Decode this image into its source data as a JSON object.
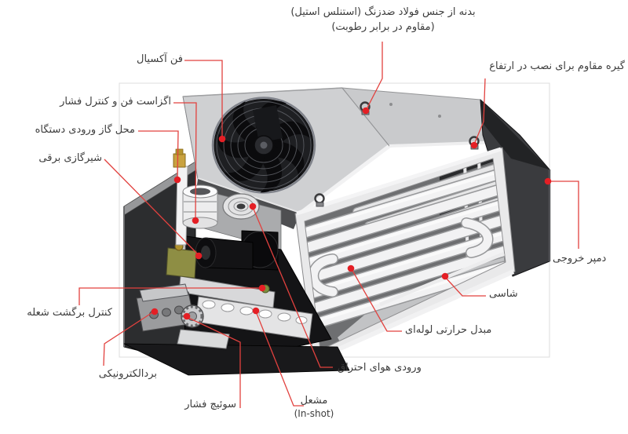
{
  "diagram": {
    "type": "annotated-technical-illustration",
    "subject": "duct-mounted gas unit heater, isometric cutaway",
    "background": "#ffffff",
    "frame_color": "#dcdcdc",
    "leader_line_color": "#e2413e",
    "leader_dot_color": "#e41f25",
    "label_text_color": "#3d3d3d"
  },
  "labels": [
    {
      "id": "body-material",
      "line1": "بدنه از جنس فولاد ضدزنگ (استنلس استیل)",
      "line2": "(مقاوم در برابر رطوبت)"
    },
    {
      "id": "mount-clamp",
      "text": "گیره مقاوم برای نصب در ارتفاع"
    },
    {
      "id": "axial-fan",
      "text": "فن آکسیال"
    },
    {
      "id": "exhaust-fan",
      "text": "اگزاست فن و کنترل فشار"
    },
    {
      "id": "gas-inlet",
      "text": "محل گاز ورودی دستگاه"
    },
    {
      "id": "gas-valve",
      "text": "شیرگازی برقی"
    },
    {
      "id": "flame-control",
      "text": "کنترل برگشت شعله"
    },
    {
      "id": "control-board",
      "text": "بردالکترونیکی"
    },
    {
      "id": "pressure-switch",
      "text": "سوئیچ فشار"
    },
    {
      "id": "burner",
      "line1": "مشعل",
      "line2": "(In-shot)"
    },
    {
      "id": "combustion-air-inlet",
      "text": "ورودی هوای احتراق"
    },
    {
      "id": "heat-exchanger",
      "text": "مبدل حرارتی لوله‌ای"
    },
    {
      "id": "chassis",
      "text": "شاسی"
    },
    {
      "id": "outlet-damper",
      "text": "دمپر خروجی"
    }
  ]
}
